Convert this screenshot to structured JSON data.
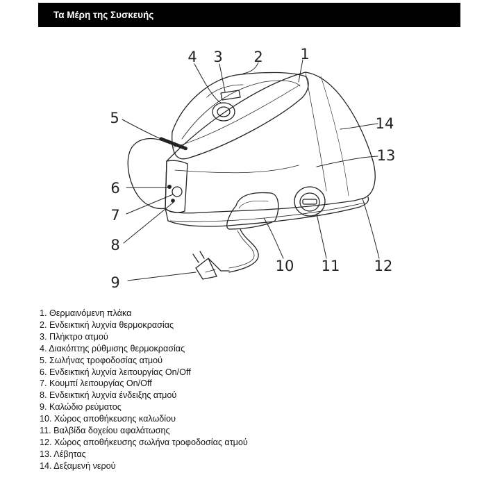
{
  "header": {
    "title": "Τα Μέρη της Συσκευής"
  },
  "diagram": {
    "callouts": [
      "1",
      "2",
      "3",
      "4",
      "5",
      "6",
      "7",
      "8",
      "9",
      "10",
      "11",
      "12",
      "13",
      "14"
    ]
  },
  "parts": [
    "1. Θερμαινόμενη πλάκα",
    "2. Ενδεικτική λυχνία θερμοκρασίας",
    "3. Πλήκτρο ατμού",
    "4. Διακόπτης ρύθμισης θερμοκρασίας",
    "5. Σωλήνας τροφοδοσίας ατμού",
    "6. Ενδεικτική λυχνία λειτουργίας On/Off",
    "7. Κουμπί λειτουργίας On/Off",
    "8. Ενδεικτική λυχνία ένδειξης ατμού",
    "9. Καλώδιο ρεύματος",
    "10. Χώρος αποθήκευσης καλωδίου",
    "11. Βαλβίδα δοχείου αφαλάτωσης",
    "12. Χώρος αποθήκευσης σωλήνα τροφοδοσίας ατμού",
    "13. Λέβητας",
    "14. Δεξαμενή νερού"
  ]
}
